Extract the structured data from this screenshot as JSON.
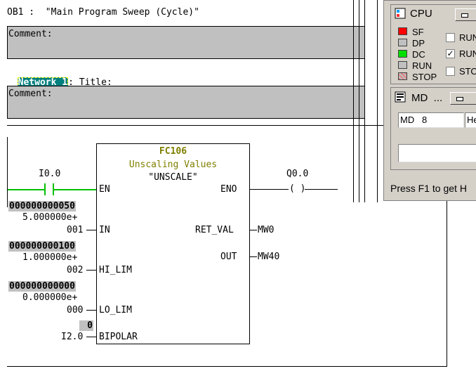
{
  "block_header": "OB1 :  \"Main Program Sweep (Cycle)\"",
  "comment_label_1": "Comment:",
  "network": {
    "label": "Network 1",
    "title_suffix": ": Title:",
    "comment_label": "Comment:"
  },
  "ladder": {
    "contact_address": "I0.0",
    "coil_address": "Q0.0",
    "coil_symbol": "( )",
    "function_block": {
      "number": "FC106",
      "description": "Unscaling Values",
      "symbol": "\"UNSCALE\""
    },
    "inputs": [
      {
        "pin": "EN",
        "operand": "",
        "status_value": "",
        "status_float": ""
      },
      {
        "pin": "IN",
        "operand": "001",
        "status_value": "000000000050",
        "status_float": "5.000000e+"
      },
      {
        "pin": "HI_LIM",
        "operand": "002",
        "status_value": "000000000100",
        "status_float": "1.000000e+"
      },
      {
        "pin": "LO_LIM",
        "operand": "000",
        "status_value": "000000000000",
        "status_float": "0.000000e+"
      },
      {
        "pin": "BIPOLAR",
        "operand": "I2.0",
        "status_value": "0",
        "status_float": ""
      }
    ],
    "outputs": [
      {
        "pin": "ENO",
        "operand": ""
      },
      {
        "pin": "RET_VAL",
        "operand": "MW0"
      },
      {
        "pin": "OUT",
        "operand": "MW40"
      }
    ]
  },
  "cpu_window": {
    "title": "CPU",
    "leds": [
      {
        "label": "SF",
        "color": "#ff0000"
      },
      {
        "label": "DP",
        "color": "#c0c0c0"
      },
      {
        "label": "DC",
        "color": "#00e000"
      },
      {
        "label": "RUN",
        "color": "#c0c0c0"
      },
      {
        "label": "STOP",
        "color": "#e09090"
      }
    ],
    "mode_checks": [
      {
        "label": "RUN",
        "checked": false
      },
      {
        "label": "RUN",
        "checked": true
      },
      {
        "label": "STO",
        "checked": false
      }
    ]
  },
  "md_window": {
    "title": "MD  ...",
    "address_field": "MD   8",
    "format_field": "He"
  },
  "status_bar": "Press F1 to get H",
  "icons": [
    "cpu-window-icon",
    "md-window-icon",
    "minimize-icon",
    "check-icon"
  ]
}
